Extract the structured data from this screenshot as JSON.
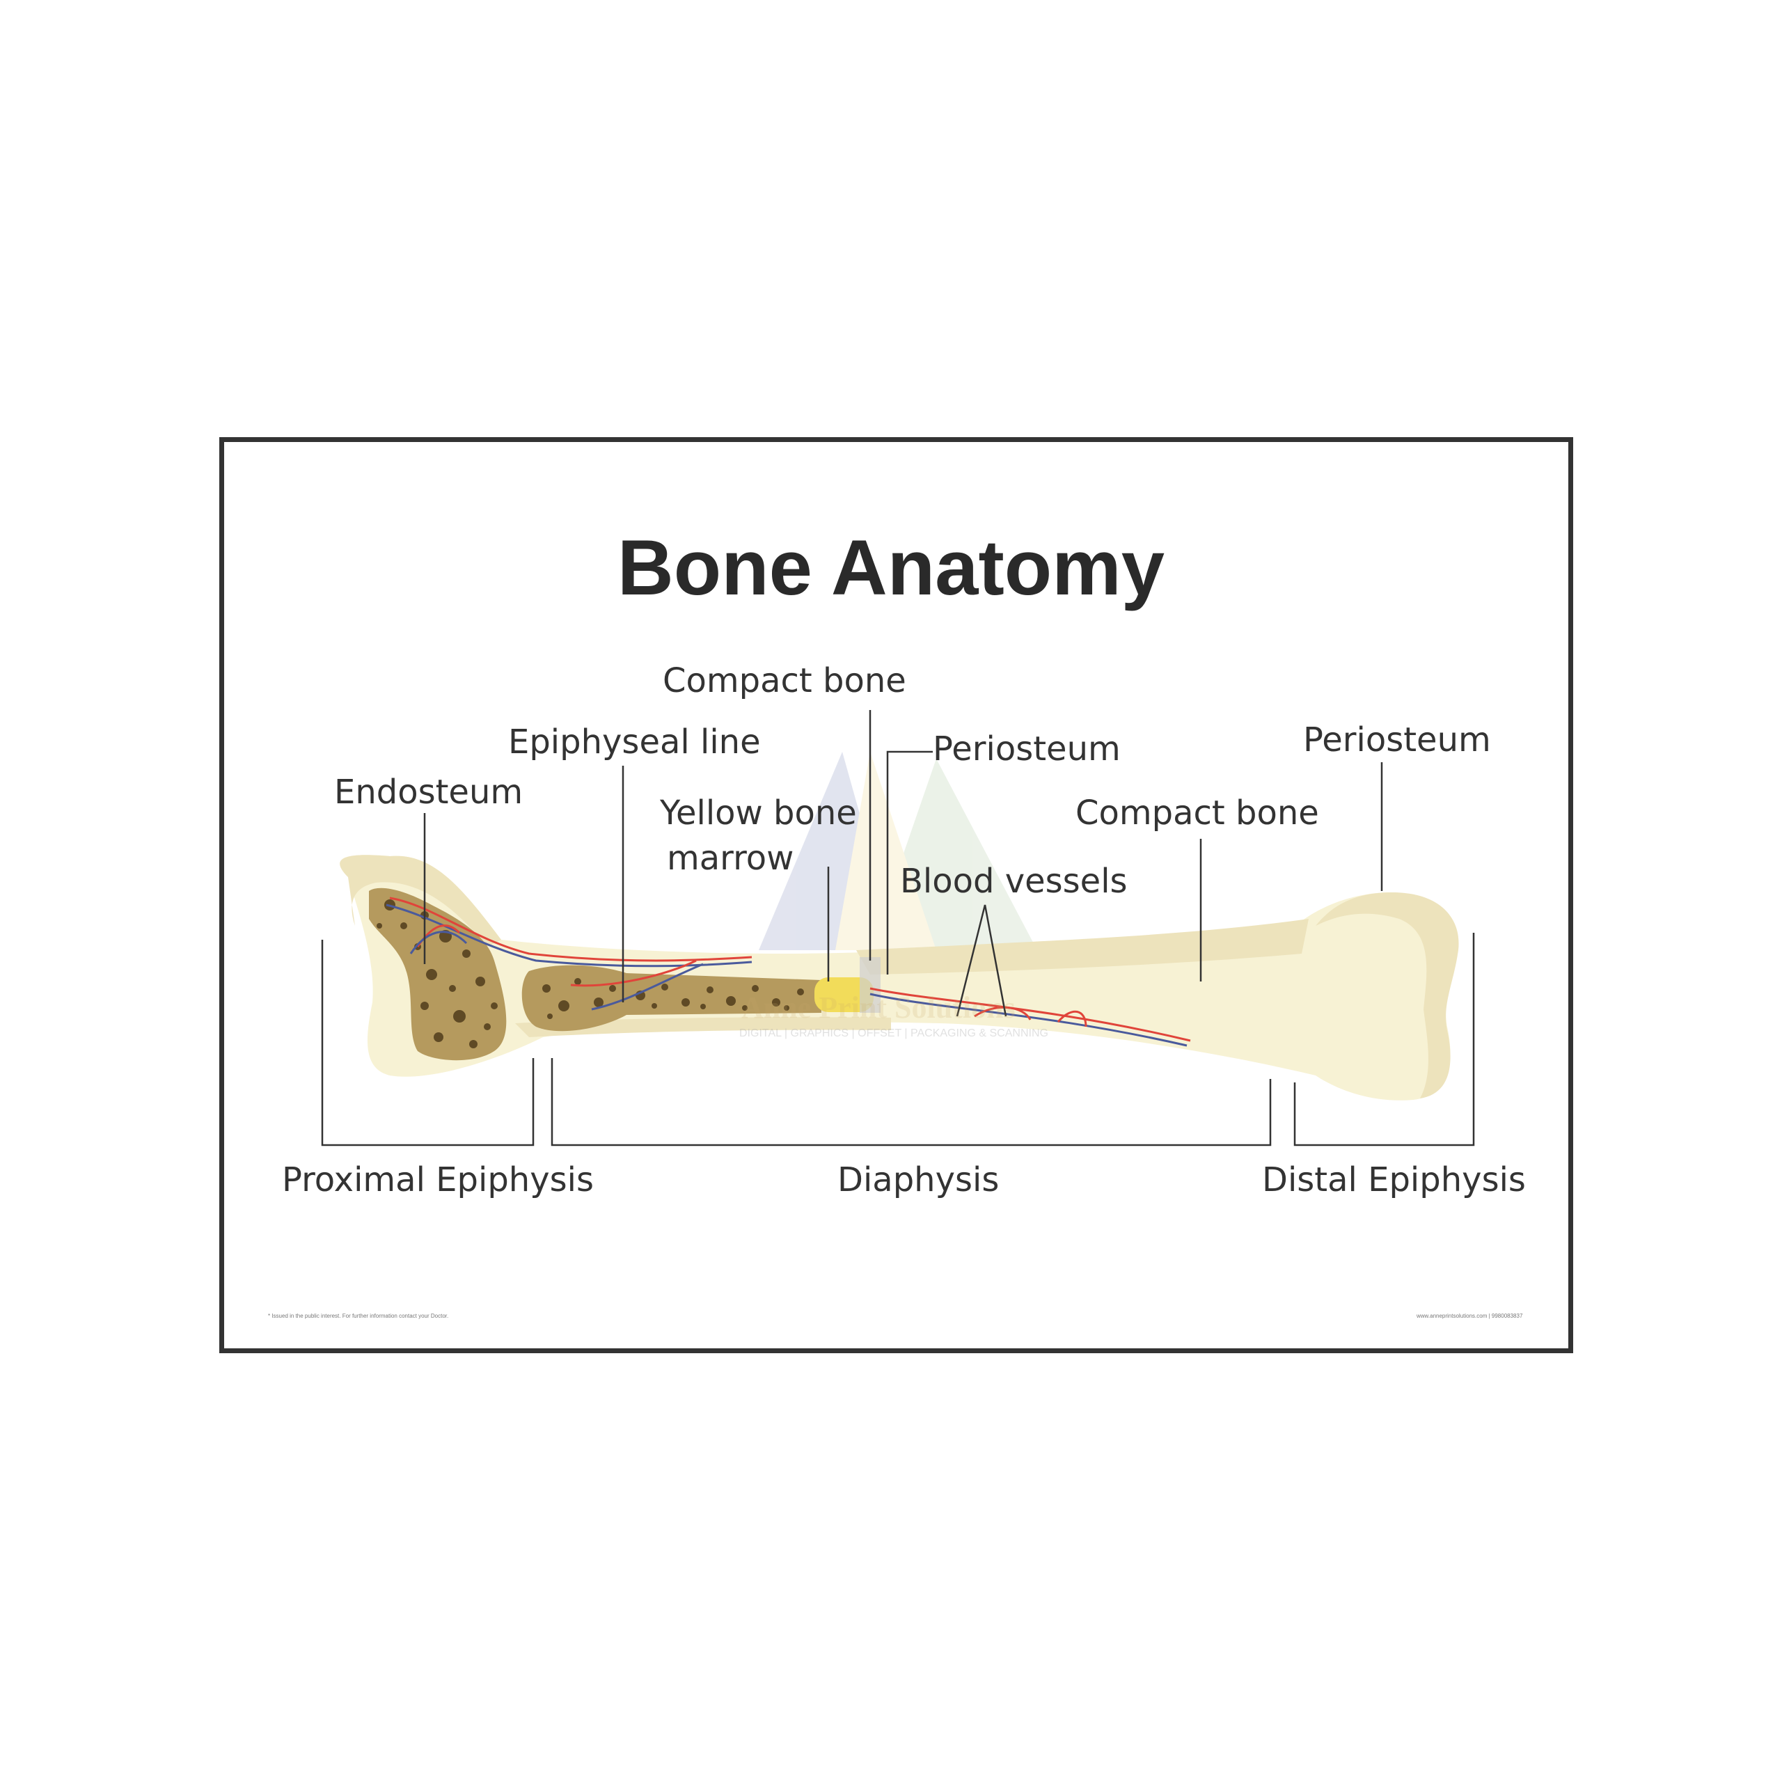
{
  "title": "Bone Anatomy",
  "labels": {
    "compact_bone_top": "Compact bone",
    "epiphyseal_line": "Epiphyseal line",
    "periosteum_center": "Periosteum",
    "periosteum_right": "Periosteum",
    "endosteum": "Endosteum",
    "yellow_marrow_line1": "Yellow bone",
    "yellow_marrow_line2": "marrow",
    "compact_bone_right": "Compact bone",
    "blood_vessels": "Blood vessels"
  },
  "regions": {
    "proximal": "Proximal Epiphysis",
    "diaphysis": "Diaphysis",
    "distal": "Distal Epiphysis"
  },
  "footer": {
    "left": "* Issued in the public interest. For further information contact your Doctor.",
    "right": "www.anneprintsolutions.com | 9980083837"
  },
  "watermark": {
    "name": "Anne Print Solutions",
    "tagline": "DIGITAL | GRAPHICS | OFFSET | PACKAGING & SCANNING"
  },
  "colors": {
    "bone_light": "#f7f2d4",
    "bone_mid": "#ede3bc",
    "spongy": "#b59a5e",
    "marrow": "#f2dc5a",
    "artery": "#e0443a",
    "vein": "#4a5a9c",
    "frame": "#333333"
  }
}
